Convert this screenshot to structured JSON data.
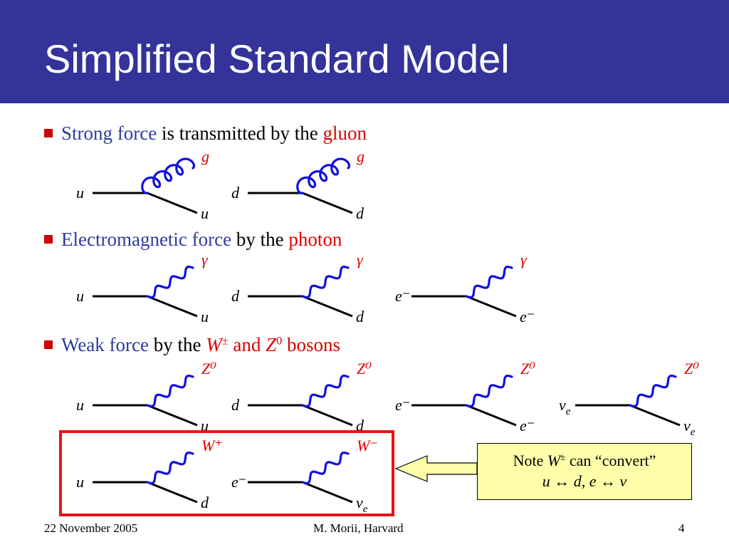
{
  "title": "Simplified Standard Model",
  "bullets": {
    "strong": {
      "force": "Strong force",
      "mid": " is transmitted by the ",
      "carrier": "gluon"
    },
    "em": {
      "force": "Electromagnetic force",
      "mid": " by the ",
      "carrier": "photon"
    },
    "weak": {
      "force": "Weak force",
      "mid": " by the ",
      "w": "W",
      "w_sup": "±",
      "and": " and ",
      "z": "Z",
      "z_sup": "0",
      "bosons": " bosons"
    }
  },
  "vertices": {
    "strong": [
      {
        "in": "u",
        "out": "u",
        "boson": "g"
      },
      {
        "in": "d",
        "out": "d",
        "boson": "g"
      }
    ],
    "em": [
      {
        "in": "u",
        "out": "u",
        "boson": "γ"
      },
      {
        "in": "d",
        "out": "d",
        "boson": "γ"
      },
      {
        "in": "e⁻",
        "out": "e⁻",
        "boson": "γ"
      }
    ],
    "weak_z": [
      {
        "in": "u",
        "out": "u",
        "boson": "Z⁰"
      },
      {
        "in": "d",
        "out": "d",
        "boson": "Z⁰"
      },
      {
        "in": "e⁻",
        "out": "e⁻",
        "boson": "Z⁰"
      },
      {
        "in": "νe",
        "out": "νe",
        "boson": "Z⁰"
      }
    ],
    "weak_w": [
      {
        "in": "u",
        "out": "d",
        "boson": "W⁺"
      },
      {
        "in": "e⁻",
        "out": "νe",
        "boson": "W⁻"
      }
    ]
  },
  "note": {
    "line1_pre": "Note ",
    "line1_w": "W",
    "line1_sup": "±",
    "line1_post": " can “convert”",
    "line2": "u ↔ d, e ↔ ν"
  },
  "footer": {
    "date": "22 November 2005",
    "author": "M. Morii, Harvard",
    "page": "4"
  },
  "colors": {
    "header_bg": "#333399",
    "force_text": "#2e3b9f",
    "carrier_text": "#e00000",
    "boson_line": "#1010e0",
    "highlight_border": "#ee1111",
    "note_bg": "#ffffaa"
  }
}
